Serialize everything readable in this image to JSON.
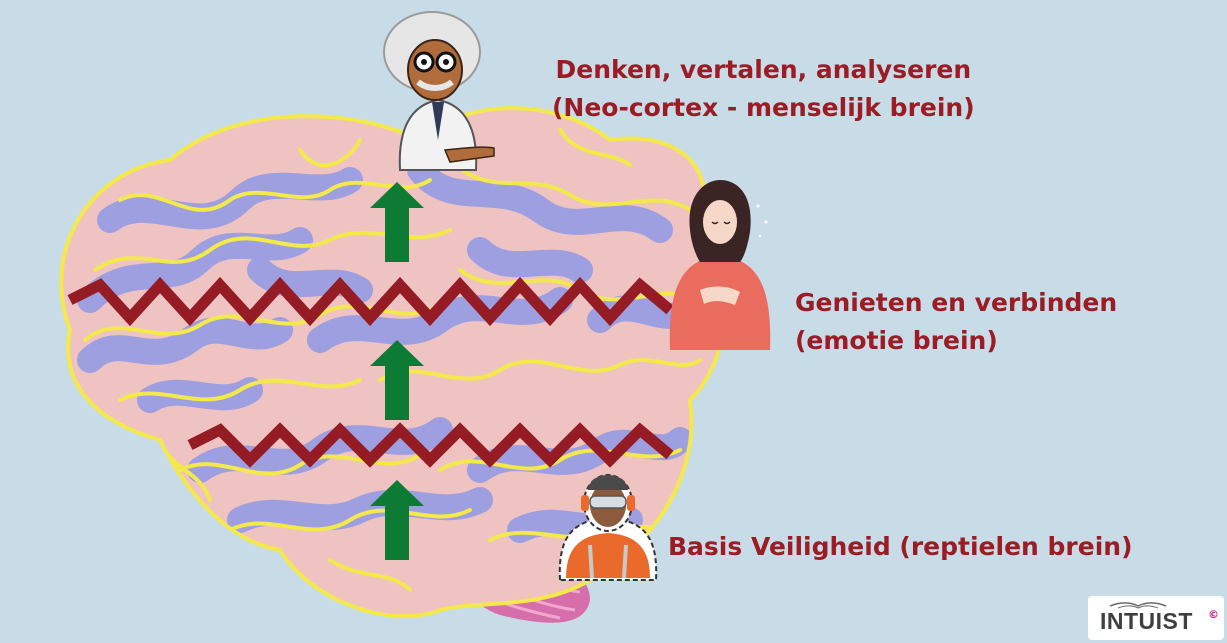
{
  "labels": {
    "neocortex_line1": "Denken, vertalen, analyseren",
    "neocortex_line2": "(Neo-cortex - menselijk brein)",
    "emotion_line1": "Genieten en verbinden",
    "emotion_line2": "(emotie brein)",
    "reptile_line1": "Basis Veiligheid (reptielen brein)"
  },
  "logo": {
    "text": "INTUIST",
    "mark": "©"
  },
  "colors": {
    "background": "#c7dce7",
    "brain_pink": "#efc3c1",
    "brain_blue": "#8f99e6",
    "brain_yellow": "#f4e94a",
    "divider_red": "#951c24",
    "arrow_green": "#0e7b34",
    "label_red": "#9b1c24"
  },
  "icons": {
    "professor": "professor-figure-icon",
    "woman": "woman-hand-on-heart-icon",
    "worker": "worker-safety-gear-icon",
    "arrow": "green-up-arrow-icon"
  }
}
